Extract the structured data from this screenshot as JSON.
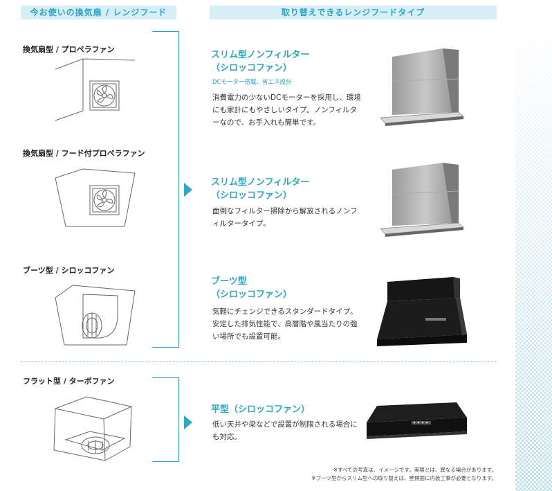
{
  "headers": {
    "left": "今お使いの換気扇 / レンジフード",
    "right": "取り替えできるレンジフードタイプ"
  },
  "current": [
    {
      "label": "換気扇型 / プロペラファン"
    },
    {
      "label": "換気扇型 / フード付プロペラファン"
    },
    {
      "label": "ブーツ型 / シロッコファン"
    },
    {
      "label": "フラット型 / ターボファン"
    }
  ],
  "options": [
    {
      "title_line1": "スリム型ノンフィルター",
      "title_line2": "（シロッコファン）",
      "sub": "DCモーター搭載、省エネ設計",
      "desc": "消費電力の少ないDCモーターを採用し、環境にも家計にもやさしいタイプ。ノンフィルターなので、お手入れも簡単です。"
    },
    {
      "title_line1": "スリム型ノンフィルター",
      "title_line2": "（シロッコファン）",
      "desc": "面倒なフィルター掃除から解放されるノンフィルタータイプ。"
    },
    {
      "title_line1": "ブーツ型",
      "title_line2": "（シロッコファン）",
      "desc": "気軽にチェンジできるスタンダードタイプ。安定した排気性能で、高層階や風当たりの強い場所でも設置可能。"
    },
    {
      "title_line1": "平型（シロッコファン）",
      "desc": "低い天井や梁などで設置が制限される場合にも対応。"
    }
  ],
  "notes": [
    "※すべての写真は、イメージです。実際とは、異なる場合があります。",
    "※ブーツ型からスリム型への取り替えは、壁側面に内装工事が必要となります。"
  ],
  "colors": {
    "accent": "#29a6c8",
    "header_bg": "#d8eef6"
  }
}
